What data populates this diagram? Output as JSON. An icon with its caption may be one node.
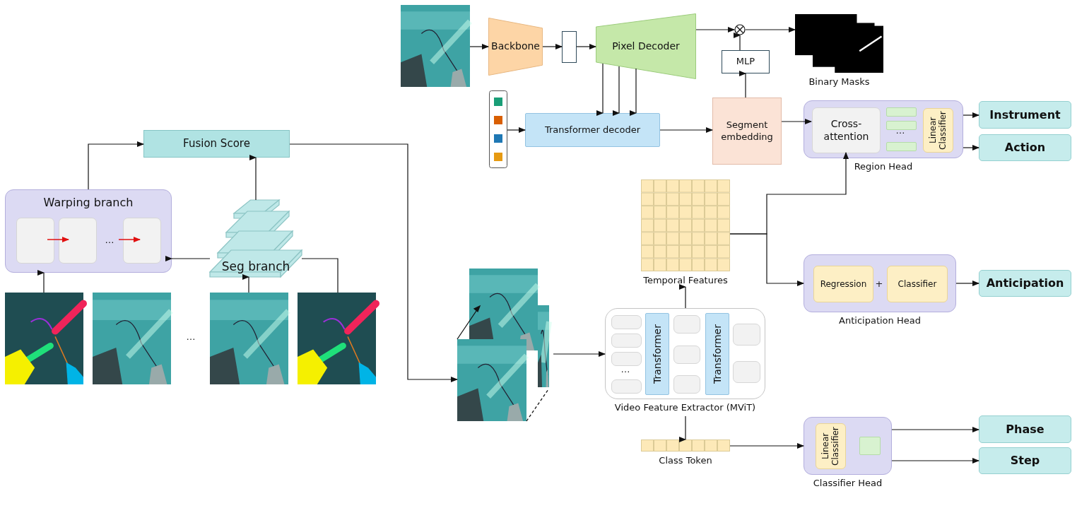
{
  "diagram": {
    "nodes": [
      {
        "text": [
          "Fusion Score"
        ]
      },
      {
        "text": [
          "Warping branch"
        ]
      },
      {
        "text": [],
        "shape": "box",
        "in": 1
      },
      {
        "text": [],
        "shape": "box",
        "in": 1
      },
      {
        "text": [],
        "shape": "box",
        "in": 1
      },
      {
        "text": [
          "Seg branch"
        ]
      },
      {
        "text": [],
        "shape": "picture"
      },
      {
        "text": [],
        "shape": "picture"
      },
      {
        "text": [],
        "shape": "picture"
      },
      {
        "text": [],
        "shape": "picture"
      },
      {
        "text": [],
        "shape": "picture"
      },
      {
        "text": [
          "Backbone"
        ]
      },
      {
        "text": [],
        "shape": "box"
      },
      {
        "text": [
          "Pixel Decoder"
        ]
      },
      {
        "text": [],
        "shape": "circle"
      },
      {
        "text": [
          "Binary Masks"
        ]
      },
      {
        "text": [
          "MLP"
        ]
      },
      {
        "text": [],
        "shape": "box"
      },
      {
        "text": [
          "Transformer decoder"
        ]
      },
      {
        "text": [
          "Segment embedding"
        ]
      },
      {
        "text": [
          "Region Head"
        ]
      },
      {
        "text": [
          "Cross-attention"
        ],
        "in": 20
      },
      {
        "text": [],
        "shape": "box",
        "in": 20
      },
      {
        "text": [],
        "shape": "box",
        "in": 20
      },
      {
        "text": [],
        "shape": "box",
        "in": 20
      },
      {
        "text": [
          "Linear Classifier"
        ],
        "in": 20
      },
      {
        "text": [
          "Instrument"
        ]
      },
      {
        "text": [
          "Action"
        ]
      },
      {
        "text": [
          "Temporal Features"
        ]
      },
      {
        "text": [
          "Anticipation Head"
        ]
      },
      {
        "text": [
          "Regression"
        ],
        "in": 29
      },
      {
        "text": [
          "Classifier"
        ],
        "in": 29
      },
      {
        "text": [
          "Anticipation"
        ]
      },
      {
        "text": [],
        "shape": "picture"
      },
      {
        "text": [
          "Video Feature Extractor (MViT)"
        ]
      },
      {
        "text": [],
        "shape": "box",
        "in": 34
      },
      {
        "text": [],
        "shape": "box",
        "in": 34
      },
      {
        "text": [],
        "shape": "box",
        "in": 34
      },
      {
        "text": [],
        "shape": "box",
        "in": 34
      },
      {
        "text": [
          "Transformer"
        ],
        "in": 34
      },
      {
        "text": [],
        "shape": "box",
        "in": 34
      },
      {
        "text": [],
        "shape": "box",
        "in": 34
      },
      {
        "text": [],
        "shape": "box",
        "in": 34
      },
      {
        "text": [
          "Transformer"
        ],
        "in": 34
      },
      {
        "text": [],
        "shape": "box",
        "in": 34
      },
      {
        "text": [],
        "shape": "box",
        "in": 34
      },
      {
        "text": [
          "Class Token"
        ]
      },
      {
        "text": [
          "Classifier Head"
        ]
      },
      {
        "text": [
          "Linear Classifier"
        ],
        "in": 47
      },
      {
        "text": [],
        "shape": "box",
        "in": 47
      },
      {
        "text": [
          "Phase"
        ]
      },
      {
        "text": [
          "Step"
        ]
      },
      {
        "text": [
          "…"
        ],
        "in": 1
      }
    ],
    "edges": [
      {
        "from": 1,
        "to": 0,
        "arrow": "to"
      },
      {
        "from": 5,
        "to": 0,
        "arrow": "to"
      },
      {
        "from": 0,
        "to": 33,
        "arrow": "to"
      },
      {
        "from": 9,
        "to": 5,
        "arrow": "none"
      },
      {
        "from": 5,
        "to": 1,
        "arrow": "to"
      },
      {
        "from": 6,
        "to": 1,
        "arrow": "to"
      },
      {
        "from": 8,
        "to": 5,
        "arrow": "to"
      },
      {
        "from": 10,
        "to": 11,
        "arrow": "to"
      },
      {
        "from": 11,
        "to": 12,
        "arrow": "to"
      },
      {
        "from": 12,
        "to": 13,
        "arrow": "to"
      },
      {
        "from": 13,
        "to": 14,
        "arrow": "to"
      },
      {
        "from": 14,
        "to": 15,
        "arrow": "to"
      },
      {
        "from": 16,
        "to": 14,
        "arrow": "to"
      },
      {
        "from": 19,
        "to": 16,
        "arrow": "to"
      },
      {
        "from": 13,
        "to": 18,
        "arrow": "to"
      },
      {
        "from": 13,
        "to": 18,
        "arrow": "to"
      },
      {
        "from": 13,
        "to": 18,
        "arrow": "to"
      },
      {
        "from": 17,
        "to": 18,
        "arrow": "to"
      },
      {
        "from": 18,
        "to": 19,
        "arrow": "to"
      },
      {
        "from": 19,
        "to": 21,
        "arrow": "to"
      },
      {
        "from": 28,
        "to": 21,
        "arrow": "to"
      },
      {
        "from": 28,
        "to": 29,
        "arrow": "to"
      },
      {
        "from": 20,
        "to": 26,
        "arrow": "to"
      },
      {
        "from": 20,
        "to": 27,
        "arrow": "to"
      },
      {
        "from": 29,
        "to": 32,
        "arrow": "to"
      },
      {
        "from": 33,
        "to": 34,
        "arrow": "to"
      },
      {
        "from": 34,
        "to": 28,
        "arrow": "to"
      },
      {
        "from": 34,
        "to": 46,
        "arrow": "to"
      },
      {
        "from": 46,
        "to": 47,
        "arrow": "to"
      },
      {
        "from": 47,
        "to": 50,
        "arrow": "to"
      },
      {
        "from": 47,
        "to": 51,
        "arrow": "to"
      },
      {
        "from": 2,
        "to": 3,
        "arrow": "to",
        "color": "#e01010"
      },
      {
        "from": 52,
        "to": 4,
        "arrow": "to",
        "color": "#e01010"
      }
    ],
    "labels": [
      "…",
      "+",
      "…",
      "…"
    ]
  }
}
